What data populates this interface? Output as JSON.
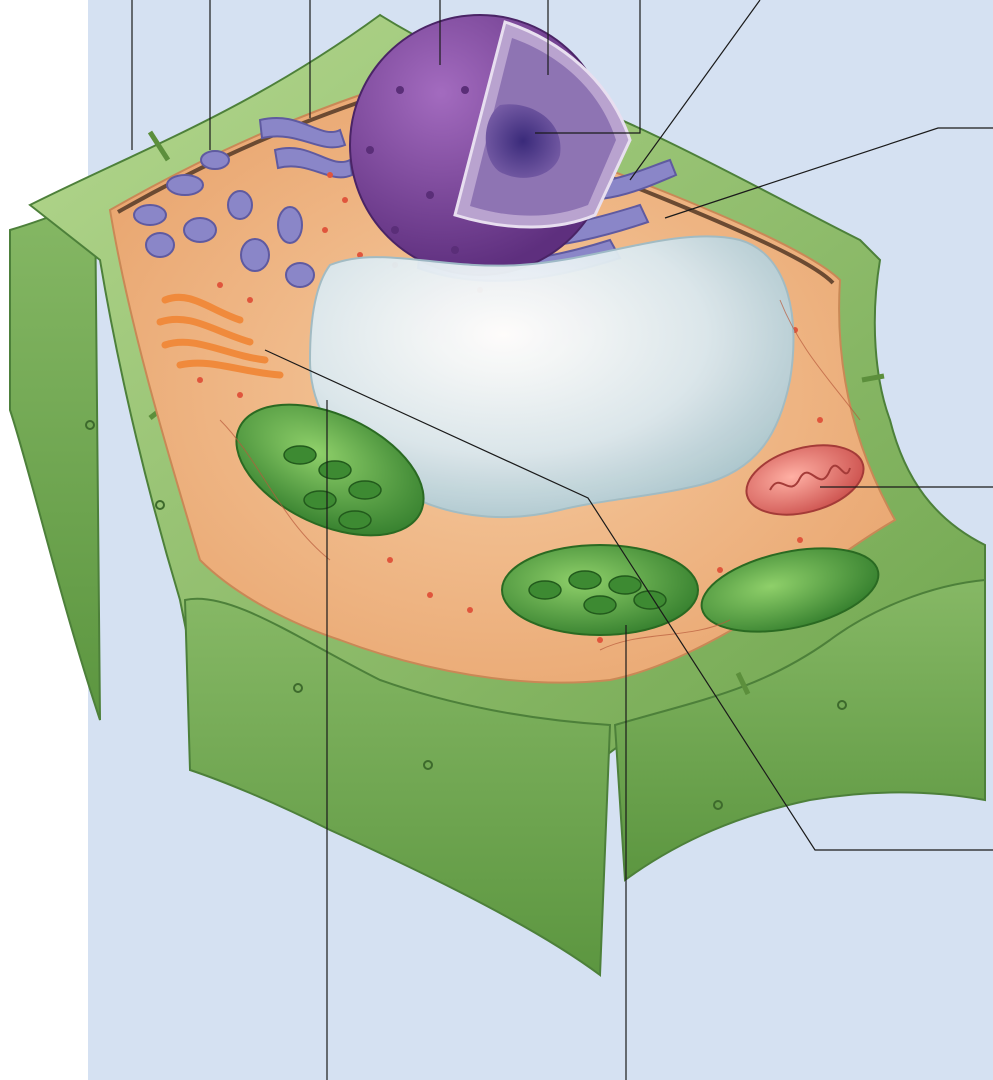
{
  "colors": {
    "panel_background": "#d5e1f2",
    "cell_wall": "#8fbf6a",
    "cell_wall_dark": "#5f9a44",
    "cytoplasm": "#f0b986",
    "nucleus": "#7a4a9a",
    "endoplasmic_reticulum": "#8a86c8",
    "vacuole": "#dfe9ec",
    "chloroplast": "#4f9a3a",
    "mitochondrion": "#e0605c",
    "golgi": "#f08a3c",
    "leader_line": "#1a1a1a"
  },
  "icons": [
    "cell-wall",
    "plasma-membrane",
    "cytoplasm",
    "nucleus",
    "nuclear-envelope",
    "nucleolus",
    "ribosome",
    "endoplasmic-reticulum",
    "central-vacuole",
    "chloroplast",
    "mitochondrion",
    "golgi-apparatus"
  ],
  "labels": []
}
